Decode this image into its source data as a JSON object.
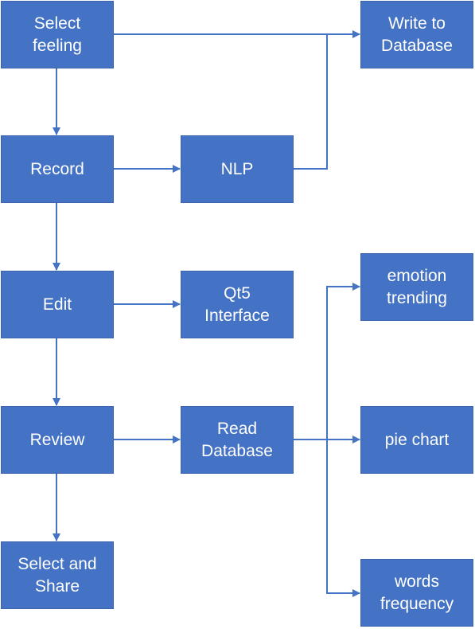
{
  "nodes": {
    "select_feeling": "Select\nfeeling",
    "write_to_database": "Write to\nDatabase",
    "record": "Record",
    "nlp": "NLP",
    "edit": "Edit",
    "qt5_interface": "Qt5\nInterface",
    "emotion_trending": "emotion\ntrending",
    "review": "Review",
    "read_database": "Read\nDatabase",
    "pie_chart": "pie chart",
    "select_and_share": "Select and\nShare",
    "words_frequency": "words\nfrequency"
  },
  "colors": {
    "node_fill": "#4472C4",
    "edge": "#4472C4",
    "text": "#FFFFFF"
  }
}
